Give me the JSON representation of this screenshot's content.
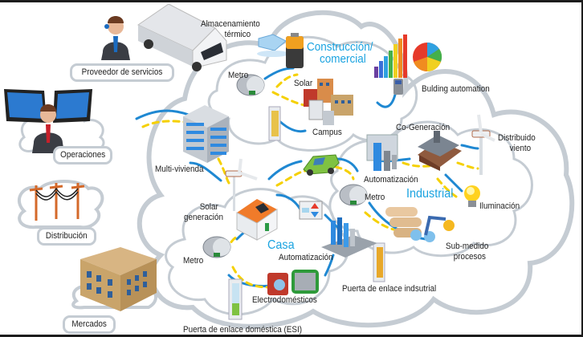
{
  "actors": {
    "service_provider": {
      "label": "Proveedor de servicios"
    },
    "operations": {
      "label": "Operaciones"
    },
    "distribution": {
      "label": "Distribución"
    },
    "markets": {
      "label": "Mercados"
    }
  },
  "zones": {
    "commercial": {
      "title_line1": "Construcción/",
      "title_line2": "comercial"
    },
    "industrial": {
      "title": "Industrial"
    },
    "home": {
      "title": "Casa"
    }
  },
  "nodes": {
    "thermal_storage": {
      "line1": "Almacenamiento",
      "line2": "térmico"
    },
    "meter_commercial": "Metro",
    "solar_commercial": "Solar",
    "campus": "Campus",
    "building_automation": "Bulding automation",
    "multi_housing": "Multi-vivienda",
    "co_generation": "Co-Generación",
    "distributed_wind": {
      "line1": "Distribuido",
      "line2": "viento"
    },
    "industrial_automation": "Automatización",
    "meter_industrial": "Metro",
    "lighting": "Iluminación",
    "solar_generation": {
      "line1": "Solar",
      "line2": "generación"
    },
    "sub_metering": {
      "line1": "Sub-medido",
      "line2": "procesos"
    },
    "meter_home": "Metro",
    "home_automation": "Automatización",
    "appliances": "Electrodomésticos",
    "industrial_gateway": "Puerta de enlace indsutrial",
    "home_gateway": "Puerta de enlace doméstica  (ESI)"
  },
  "colors": {
    "zone_title": "#1aa3e0",
    "cloud_outline": "#c5ccd3",
    "link_blue": "#1f88d2",
    "link_yellow": "#f5d000"
  }
}
